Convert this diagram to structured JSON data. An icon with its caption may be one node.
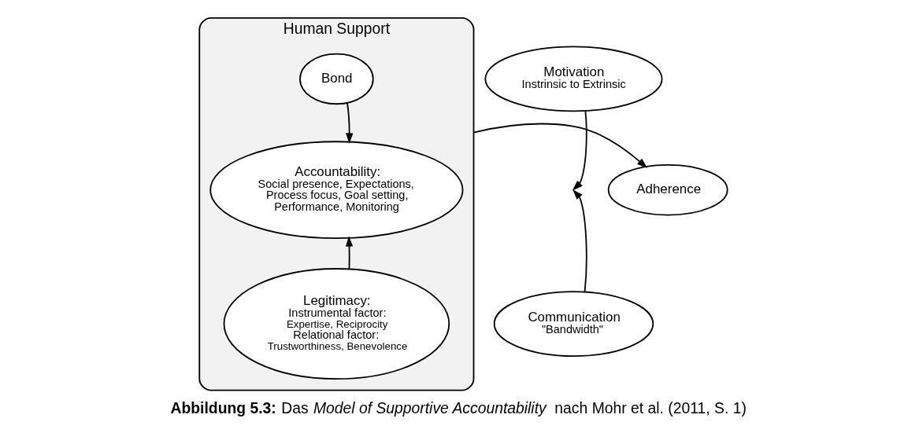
{
  "diagram": {
    "caption": "**Abbildung 5.3:** Das *Model of Supportive Accountability* nach Mohr et al. (2011, S. 1)",
    "nodes": [
      {
        "text": [
          "Human Support"
        ]
      },
      {
        "text": [
          "Bond"
        ],
        "in": 0
      },
      {
        "text": [
          "Accountability:",
          "Social presence, Expectations, Process focus, Goal setting, Performance, Monitoring"
        ],
        "in": 0
      },
      {
        "text": [
          "Legitimacy:",
          "Instrumental factor:",
          "Expertise, Reciprocity",
          "Relational factor:",
          "Trustworthiness, Benevolence"
        ],
        "in": 0
      },
      {
        "text": [
          "Motivation",
          "Instrinsic to Extrinsic"
        ]
      },
      {
        "text": [
          "Communication",
          "\"Bandwidth\""
        ]
      },
      {
        "text": [
          "Adherence"
        ]
      }
    ],
    "edges": [
      {
        "from": 1,
        "to": 2,
        "arrow": "to"
      },
      {
        "from": 3,
        "to": 2,
        "arrow": "to"
      },
      {
        "from": 0,
        "to": 6,
        "arrow": "to"
      },
      {
        "from": 4,
        "to": null,
        "arrow": "to"
      },
      {
        "from": 5,
        "to": null,
        "arrow": "to"
      }
    ]
  }
}
